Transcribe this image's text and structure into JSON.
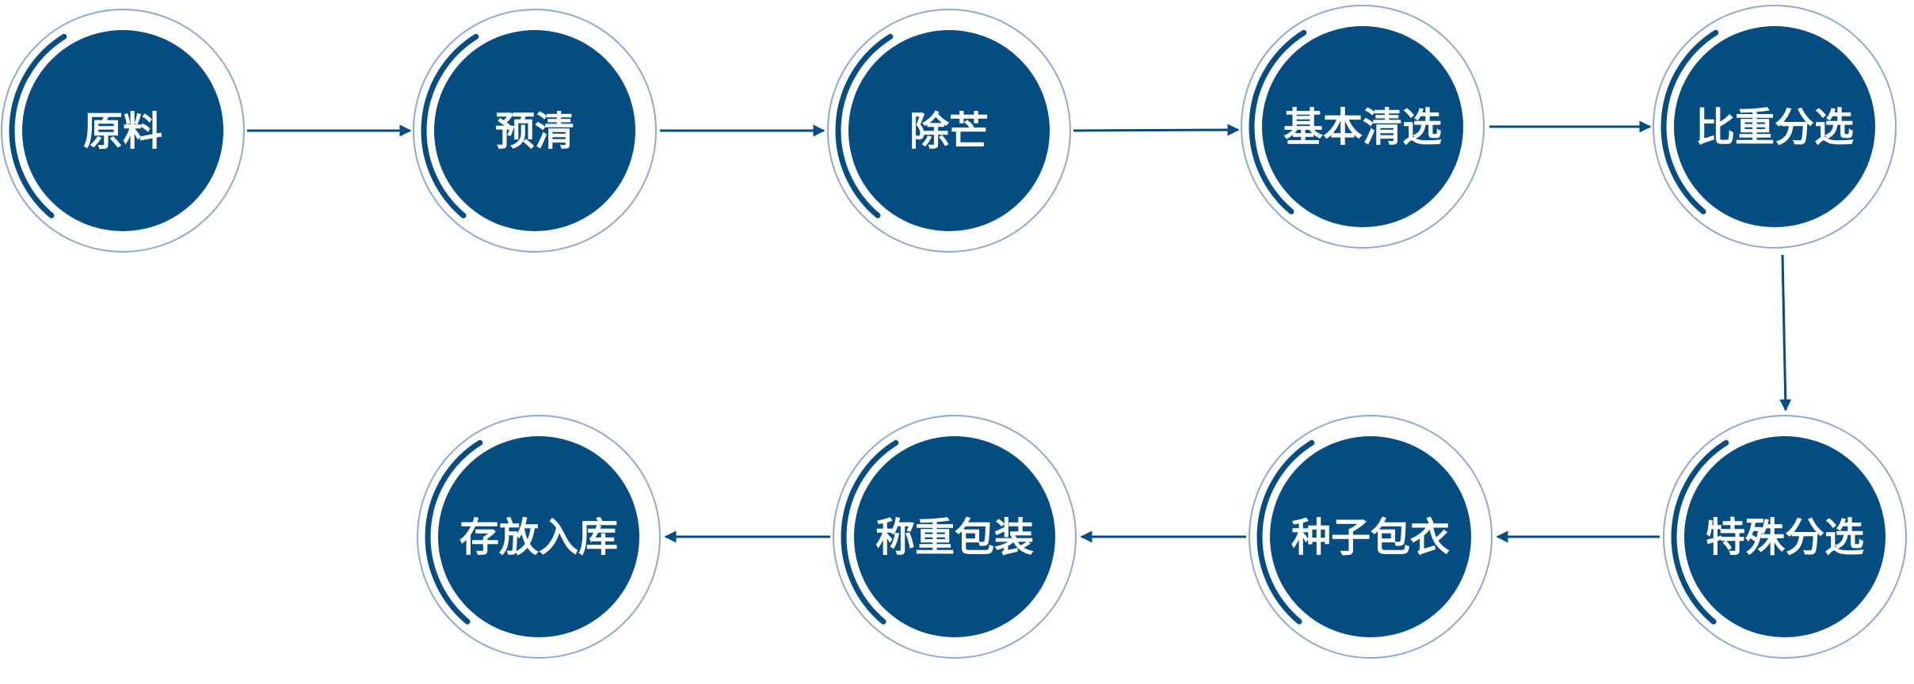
{
  "colors": {
    "node_fill": "#044D82",
    "outer_ring": "#8FA9CF",
    "accent_arc": "#044D82",
    "arrow": "#044D82"
  },
  "steps": [
    {
      "label": "原料"
    },
    {
      "label": "预清"
    },
    {
      "label": "除芒"
    },
    {
      "label": "基本清选"
    },
    {
      "label": "比重分选"
    },
    {
      "label": "特殊分选"
    },
    {
      "label": "种子包衣"
    },
    {
      "label": "称重包装"
    },
    {
      "label": "存放入库"
    }
  ]
}
